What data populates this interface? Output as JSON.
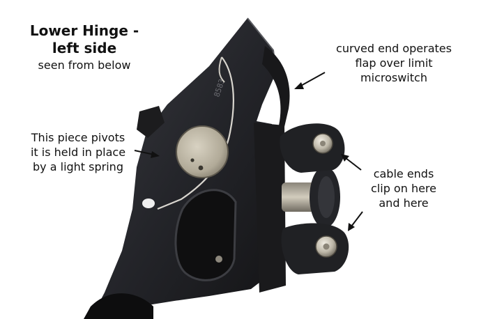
{
  "title": [
    "Lower Hinge -",
    "left side"
  ],
  "subtitle": "seen from below",
  "annotations": {
    "pivot": [
      "This piece pivots",
      "it is held in place",
      "by a light spring"
    ],
    "curved_end": [
      "curved end operates",
      "flap over limit",
      "microswitch"
    ],
    "cable_ends": [
      "cable ends",
      "clip on here",
      "and here"
    ]
  },
  "stamp_text": "8583",
  "colors": {
    "background": "#ffffff",
    "part_dark": "#1c1c1e",
    "part_mid": "#2e2f33",
    "metal": "#b9b3a3",
    "text": "#111111"
  }
}
